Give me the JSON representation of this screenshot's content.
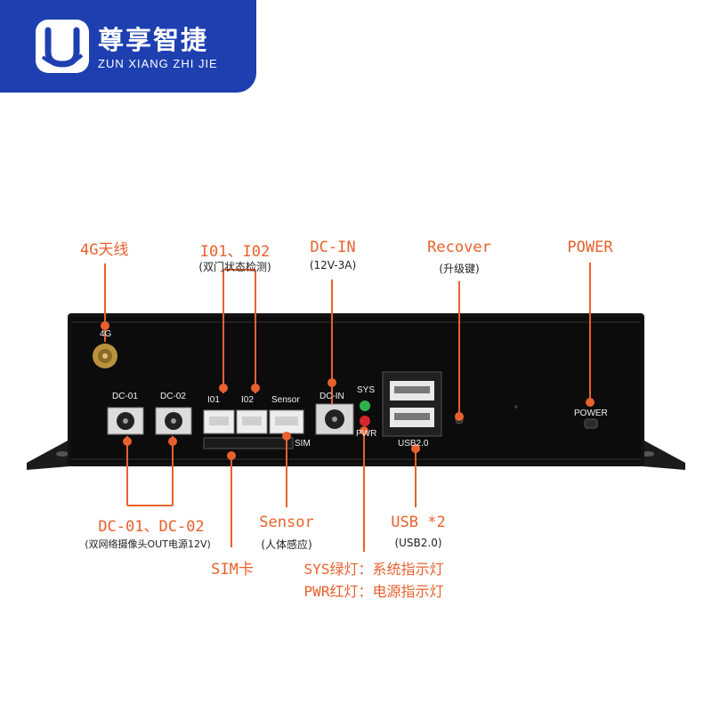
{
  "brand": {
    "name_cn": "尊享智捷",
    "name_en": "ZUN XIANG ZHI JIE",
    "color": "#1e3fb0"
  },
  "accent_color": "#e8612c",
  "callouts": {
    "antenna": {
      "title": "4G天线"
    },
    "io": {
      "title": "I01、I02",
      "sub": "(双门状态检测)"
    },
    "dcin": {
      "title": "DC-IN",
      "sub": "(12V-3A)"
    },
    "recover": {
      "title": "Recover",
      "sub": "(升级键)"
    },
    "power": {
      "title": "POWER"
    },
    "dc": {
      "title": "DC-01、DC-02",
      "sub": "(双网络摄像头OUT电源12V)"
    },
    "sensor": {
      "title": "Sensor",
      "sub": "(人体感应)"
    },
    "usb": {
      "title": "USB *2",
      "sub": "(USB2.0)"
    },
    "sim": {
      "title": "SIM卡"
    },
    "leds": {
      "line1": "SYS绿灯：系统指示灯",
      "line2": "PWR红灯：电源指示灯"
    }
  },
  "panel_labels": {
    "antenna": "4G",
    "dc01": "DC-01",
    "dc02": "DC-02",
    "io1": "I01",
    "io2": "I02",
    "sensor": "Sensor",
    "dcin": "DC-IN",
    "sys": "SYS",
    "pwr": "PWR",
    "sim": "SIM",
    "usb": "USB2.0",
    "power": "POWER"
  },
  "icons": [
    "logo-mark-icon",
    "antenna-connector-icon",
    "dc-jack-icon",
    "connector-icon",
    "usb-port-icon",
    "led-icon",
    "button-icon"
  ]
}
